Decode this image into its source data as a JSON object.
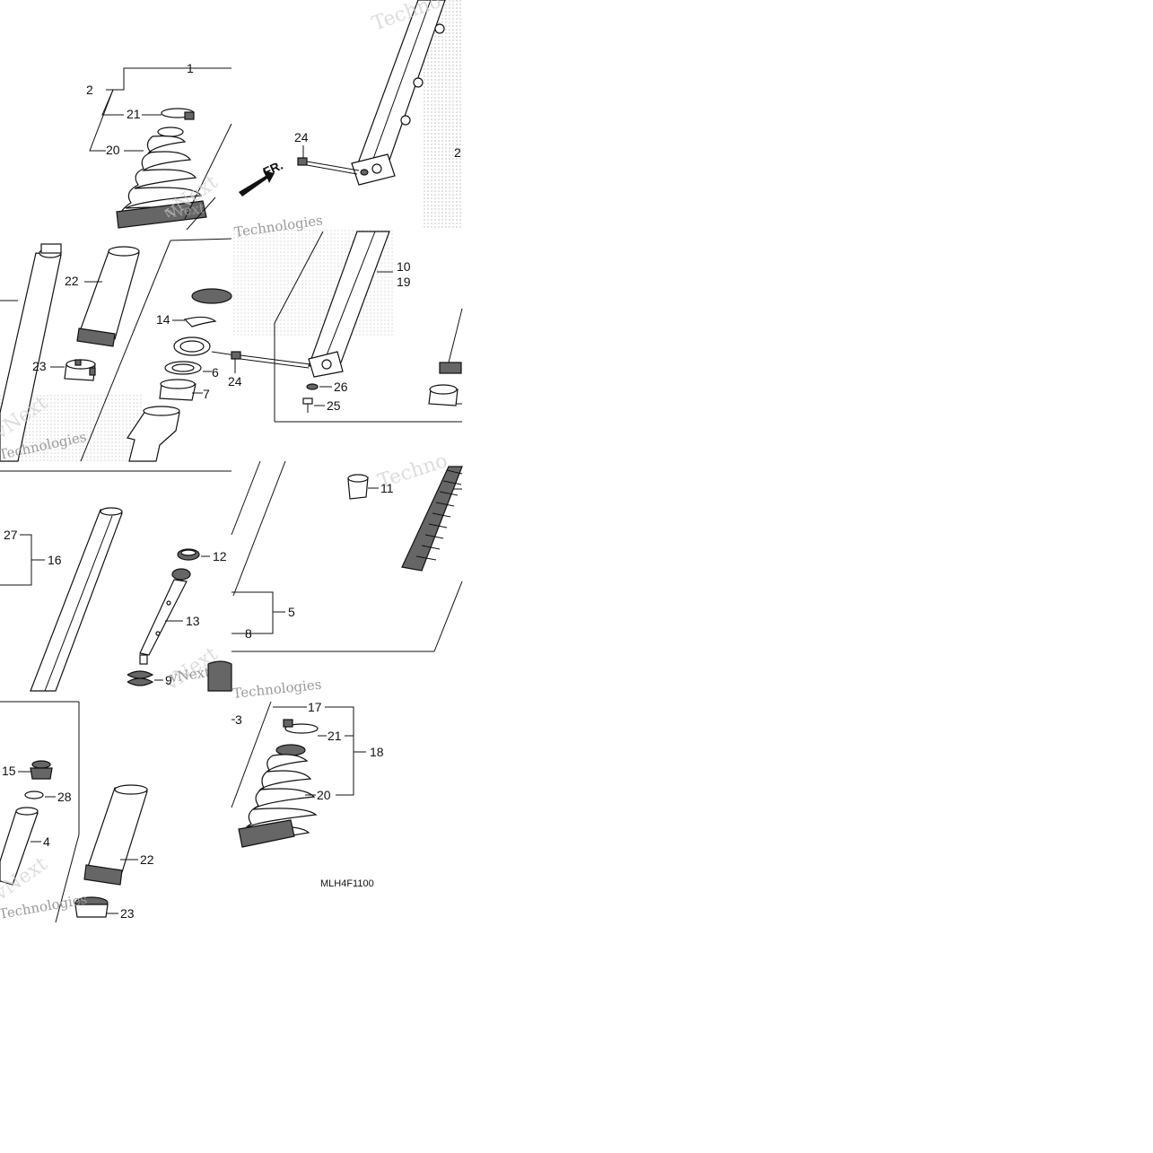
{
  "diagram": {
    "code": "MLH4F1100",
    "direction_label": "FR.",
    "watermarks": [
      "vNext",
      "Technologies",
      "vNext",
      "Technologies",
      "Techno",
      "Technologies",
      "vNext",
      "Technologies"
    ],
    "callouts": [
      "1",
      "2",
      "21",
      "20",
      "24",
      "2",
      "22",
      "14",
      "23",
      "6",
      "7",
      "24",
      "10",
      "19",
      "26",
      "25",
      "27",
      "16",
      "12",
      "13",
      "9",
      "11",
      "5",
      "8",
      "3",
      "17",
      "21",
      "18",
      "15",
      "28",
      "4",
      "22",
      "20",
      "23"
    ]
  }
}
